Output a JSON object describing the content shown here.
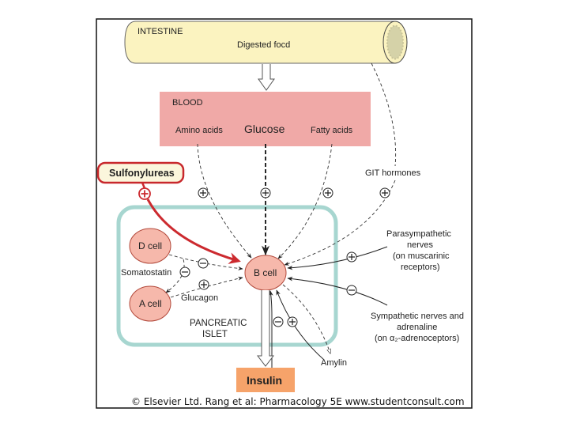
{
  "figure": {
    "title": "Regulation of insulin secretion",
    "colors": {
      "intestine_fill": "#fbf3c0",
      "intestine_lumen": "#d5d2a8",
      "blood_fill": "#f0a9a7",
      "islet_border": "#a7d6d0",
      "cell_fill": "#f6b8ab",
      "cell_stroke": "#b34a3c",
      "sulfonylurea_border": "#c8282c",
      "sulfonylurea_fill": "#fbf6dc",
      "insulin_fill": "#f6a36a",
      "red_arrow": "#cc2a2f"
    },
    "intestine": {
      "title": "INTESTINE",
      "content": "Digested focd"
    },
    "blood": {
      "title": "BLOOD",
      "items": [
        "Amino acids",
        "Glucose",
        "Fatty acids"
      ]
    },
    "git_hormones": "GIT hormones",
    "sulfonylureas": {
      "label": "Sulfonylureas",
      "effect": "+"
    },
    "islet": {
      "label_line1": "PANCREATIC",
      "label_line2": "ISLET",
      "cells": {
        "d_cell": "D cell",
        "a_cell": "A cell",
        "b_cell": "B cell"
      },
      "somatostatin": "Somatostatin",
      "glucagon": "Glucagon"
    },
    "nerves": {
      "parasympathetic": [
        "Parasympathetic",
        "nerves",
        "(on muscarinic",
        "receptors)"
      ],
      "sympathetic": [
        "Sympathetic nerves and",
        "adrenaline",
        "(on α₂-adrenoceptors)"
      ]
    },
    "amylin": "Amylin",
    "insulin": "Insulin",
    "signs": {
      "plus": "+",
      "minus": "−"
    },
    "copyright": "© Elsevier Ltd. Rang et al: Pharmacology 5E www.studentconsult.com"
  }
}
